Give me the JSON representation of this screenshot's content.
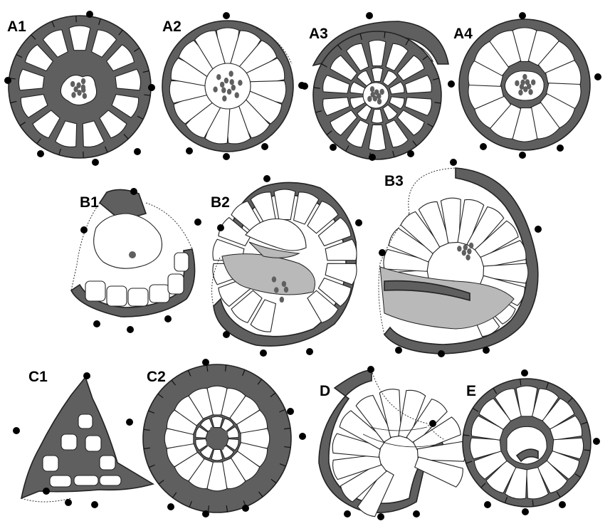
{
  "figure": {
    "panels": [
      {
        "id": "A1",
        "label": "A1"
      },
      {
        "id": "A2",
        "label": "A2"
      },
      {
        "id": "A3",
        "label": "A3"
      },
      {
        "id": "A4",
        "label": "A4"
      },
      {
        "id": "B1",
        "label": "B1"
      },
      {
        "id": "B2",
        "label": "B2"
      },
      {
        "id": "B3",
        "label": "B3"
      },
      {
        "id": "C1",
        "label": "C1"
      },
      {
        "id": "C2",
        "label": "C2"
      },
      {
        "id": "D",
        "label": "D"
      },
      {
        "id": "E",
        "label": "E"
      }
    ],
    "colors": {
      "shell": "#5f5f5f",
      "chamber": "#ffffff",
      "grey_zone": "#b9b9b9",
      "dot": "#000000"
    }
  }
}
